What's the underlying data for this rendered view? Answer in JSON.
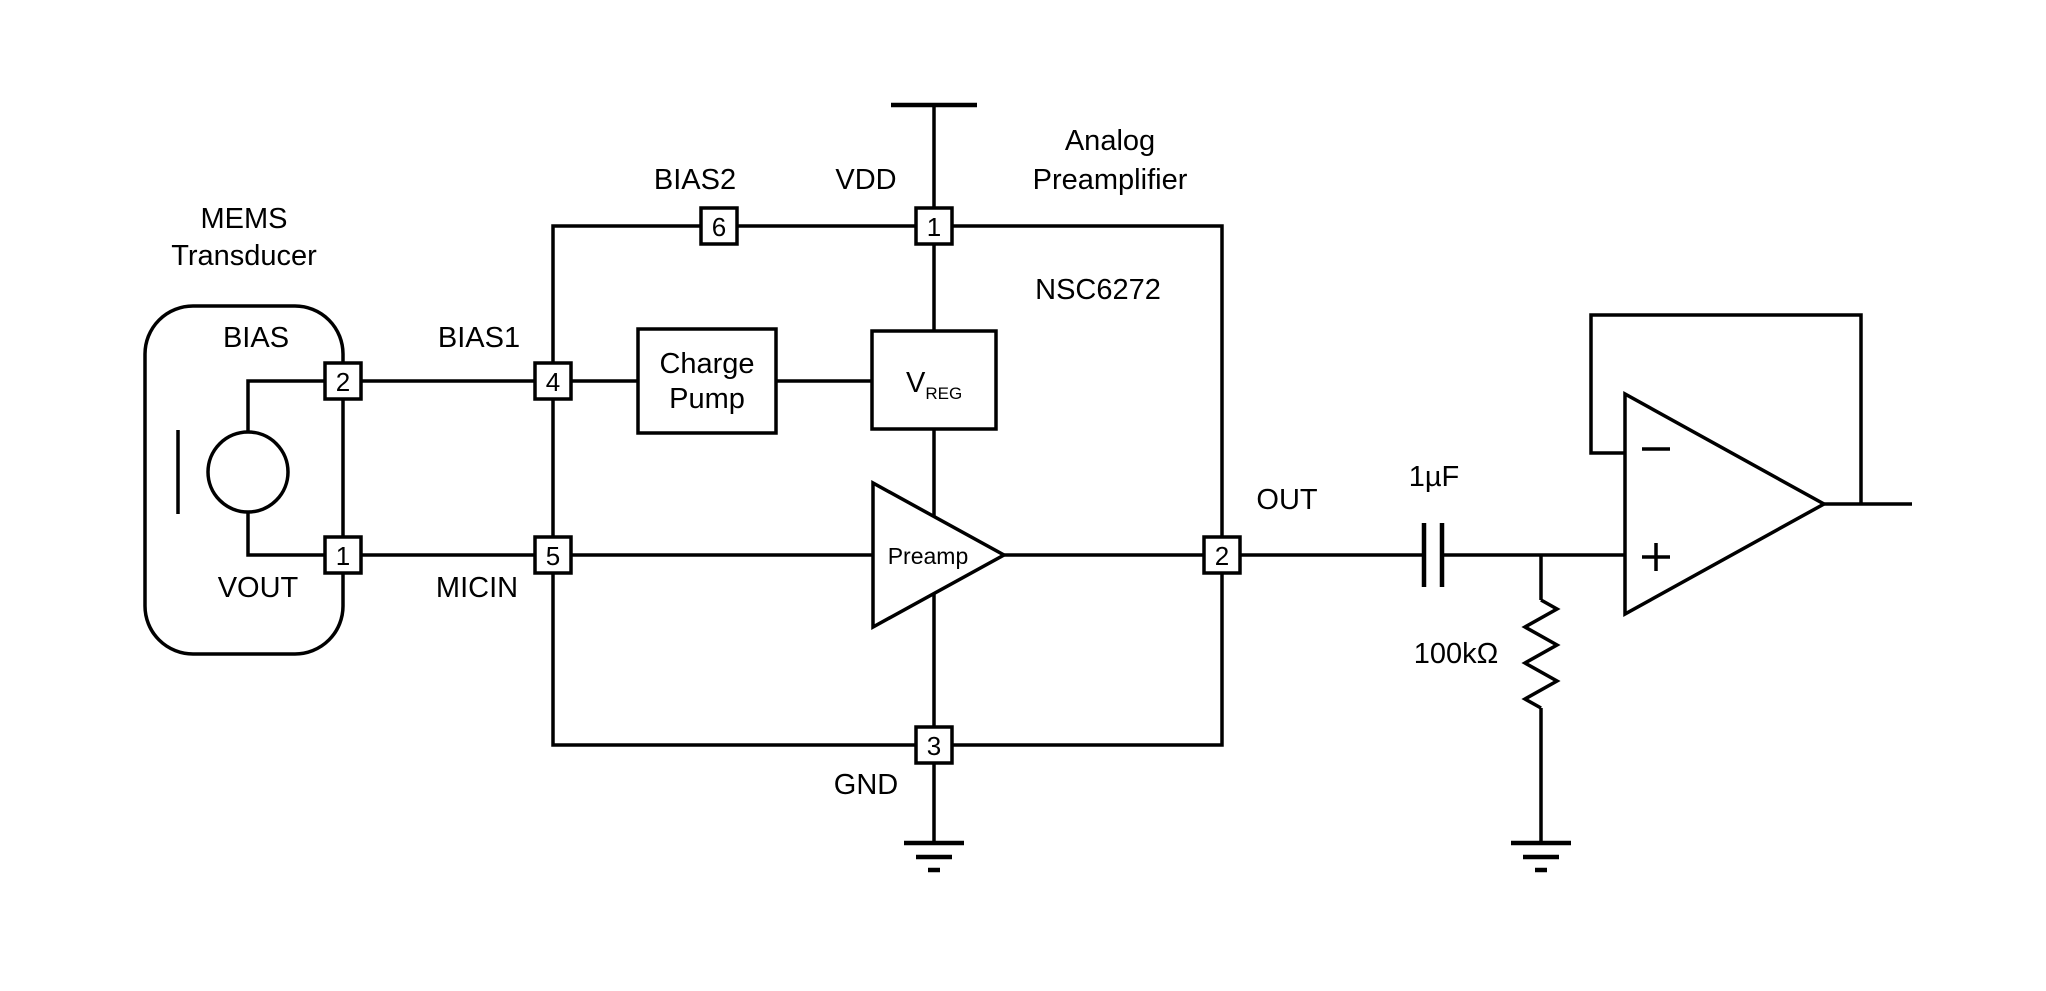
{
  "diagram": {
    "mems": {
      "title_line1": "MEMS",
      "title_line2": "Transducer",
      "bias_label": "BIAS",
      "vout_label": "VOUT",
      "bias_pin": "2",
      "vout_pin": "1"
    },
    "ic": {
      "part_number": "NSC6272",
      "title_line1": "Analog",
      "title_line2": "Preamplifier",
      "pin_bias1_label": "BIAS1",
      "pin_bias1_num": "4",
      "pin_micin_label": "MICIN",
      "pin_micin_num": "5",
      "pin_bias2_label": "BIAS2",
      "pin_bias2_num": "6",
      "pin_vdd_label": "VDD",
      "pin_vdd_num": "1",
      "pin_out_label": "OUT",
      "pin_out_num": "2",
      "pin_gnd_label": "GND",
      "pin_gnd_num": "3",
      "charge_pump_line1": "Charge",
      "charge_pump_line2": "Pump",
      "vreg_main": "V",
      "vreg_sub": "REG",
      "preamp_label": "Preamp"
    },
    "output_network": {
      "cap_value": "1µF",
      "res_value": "100kΩ"
    },
    "colors": {
      "line": "#000000",
      "background": "#ffffff"
    }
  }
}
